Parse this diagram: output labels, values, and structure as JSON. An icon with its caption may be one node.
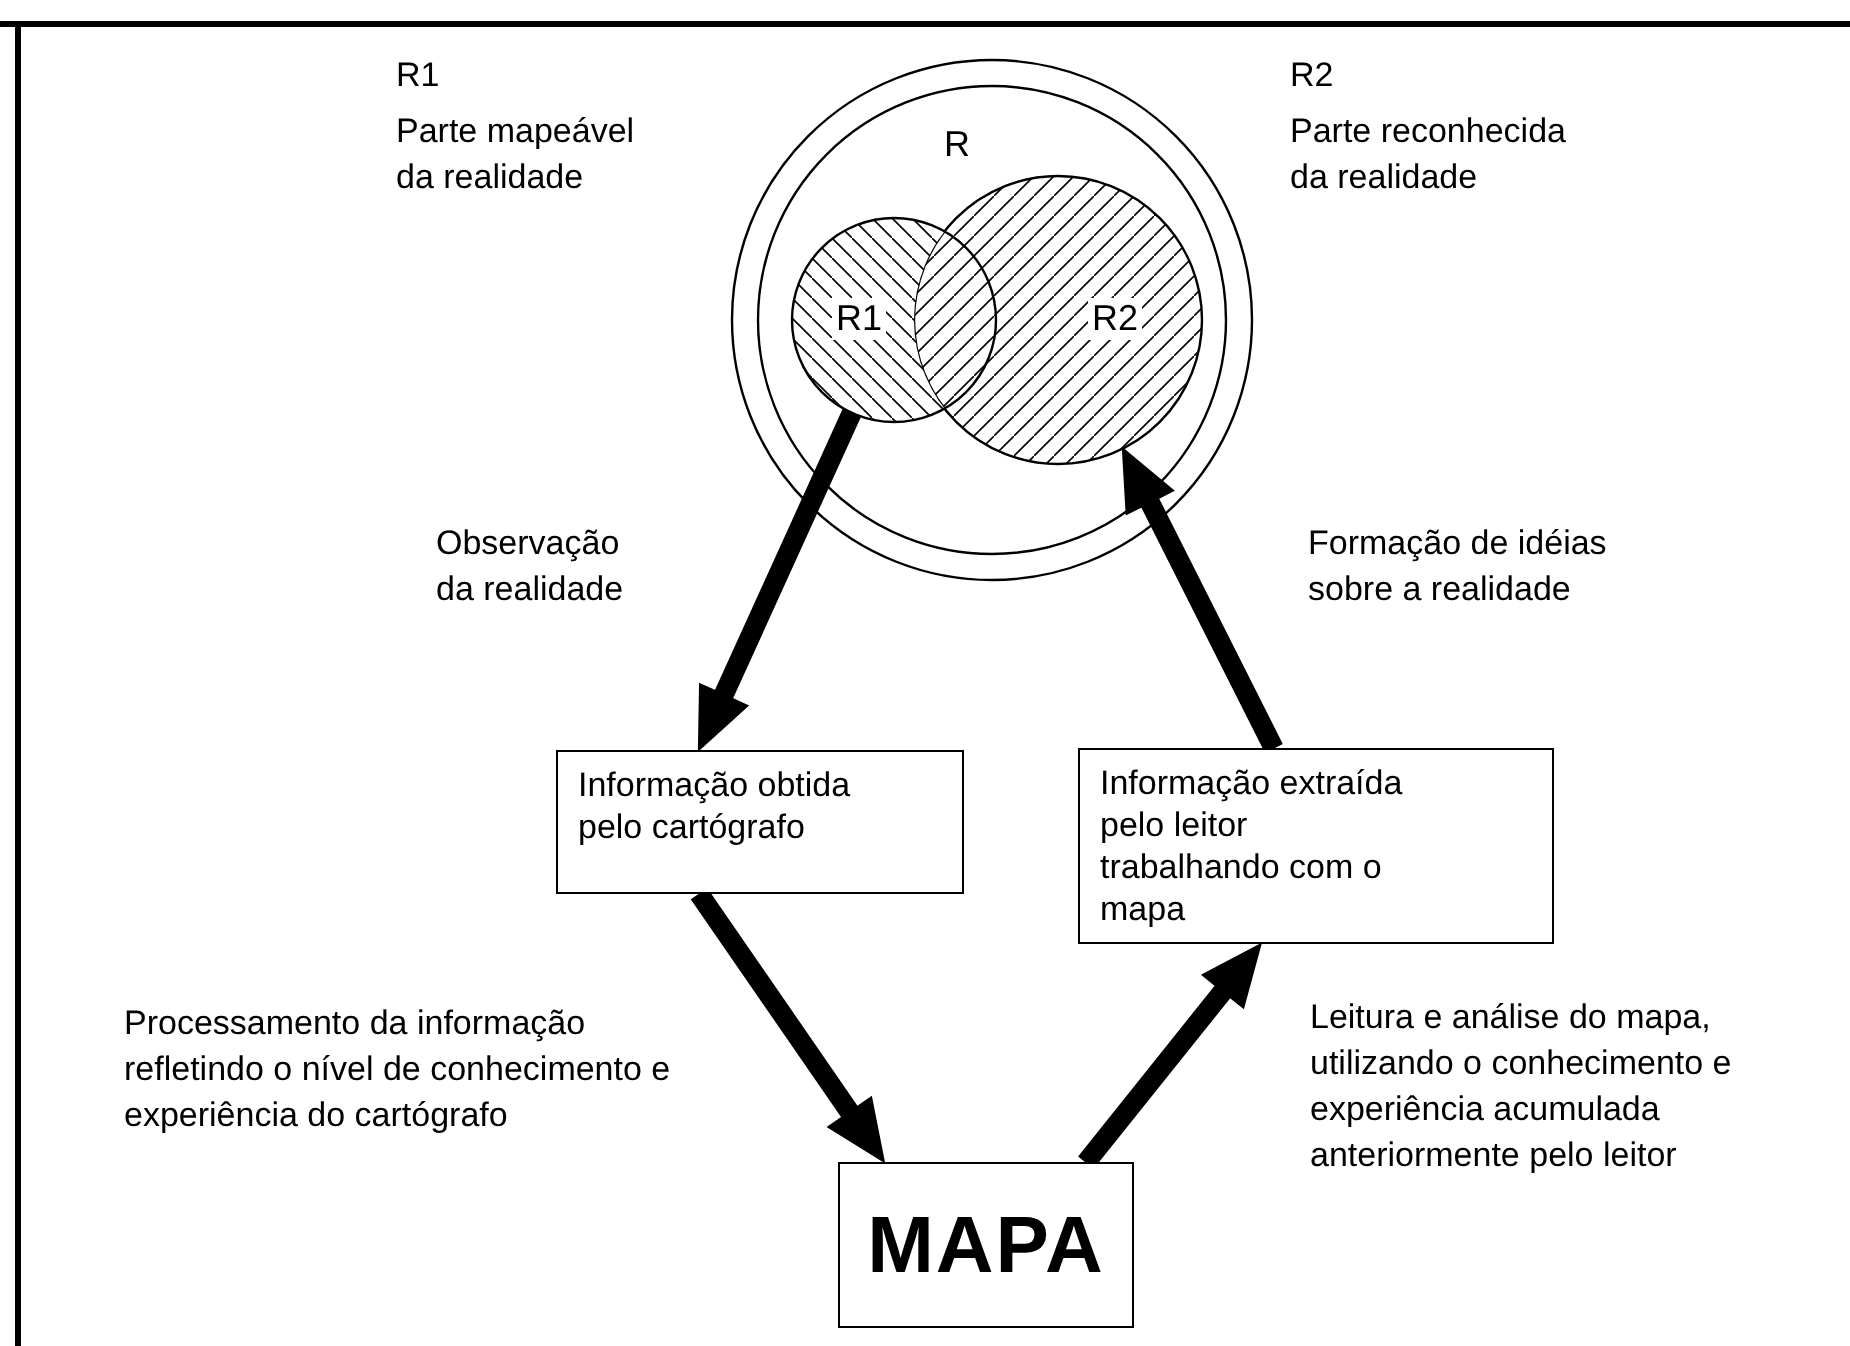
{
  "diagram": {
    "nodes": [
      {
        "text": [
          "R"
        ]
      },
      {
        "text": [
          "R1"
        ],
        "in": 0
      },
      {
        "text": [
          "R2"
        ],
        "in": 0
      },
      {
        "text": [
          "Informação obtida pelo cartógrafo"
        ]
      },
      {
        "text": [
          "Informação extraída pelo leitor trabalhando com o mapa"
        ]
      },
      {
        "text": [
          "MAPA"
        ]
      }
    ],
    "edges": [
      {
        "from": 1,
        "to": 3,
        "arrow": "to",
        "label": "Observação da realidade",
        "style": "thick"
      },
      {
        "from": 4,
        "to": 2,
        "arrow": "to",
        "label": "Formação de idéias sobre a realidade",
        "style": "thick"
      },
      {
        "from": 3,
        "to": 5,
        "arrow": "to",
        "label": "Processamento da informação refletindo o nível de conhecimento e experiência do cartógrafo",
        "style": "thick"
      },
      {
        "from": 5,
        "to": 4,
        "arrow": "to",
        "label": "Leitura e análise do mapa, utilizando o conhecimento e experiência acumulada anteriormente pelo leitor",
        "style": "thick"
      }
    ],
    "labels": [
      "R1",
      "Parte mapeável da realidade",
      "R2",
      "Parte reconhecida da realidade"
    ]
  }
}
